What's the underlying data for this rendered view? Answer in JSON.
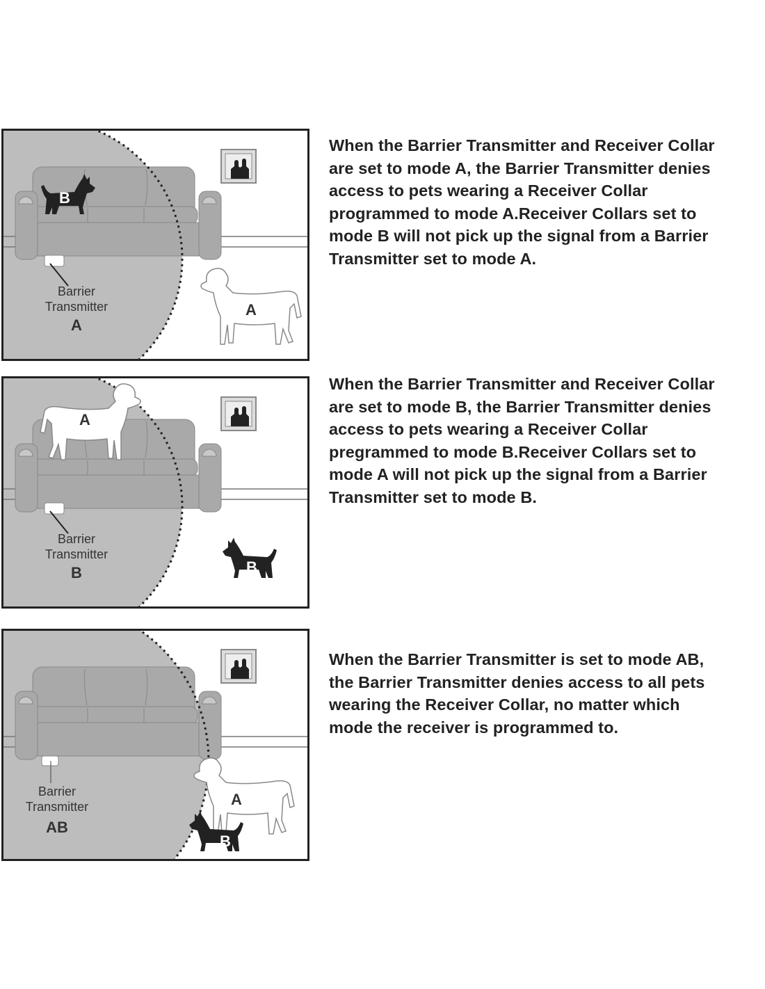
{
  "colors": {
    "shade": "#bdbdbd",
    "sofa": "#a9a9a9",
    "frame": "#222222"
  },
  "panels": [
    {
      "transmitter_label": [
        "Barrier",
        "Transmitter"
      ],
      "mode": "A",
      "terrier_letter": "B",
      "bigdog_letter": "A",
      "description": "When the Barrier Transmitter and Receiver Collar\nare set to mode A, the Barrier Transmitter denies\naccess to pets wearing a Receiver Collar\nprogrammed to mode A.Receiver Collars set to\nmode B will not pick up the signal from a Barrier\nTransmitter set to mode A."
    },
    {
      "transmitter_label": [
        "Barrier",
        "Transmitter"
      ],
      "mode": "B",
      "terrier_letter": "B",
      "bigdog_letter": "A",
      "description": "When the Barrier Transmitter and Receiver Collar\nare set to mode B, the Barrier Transmitter denies\naccess to pets wearing a Receiver Collar\npregrammed to mode B.Receiver Collars set to\nmode A will not pick up the signal from a Barrier\nTransmitter set to mode B."
    },
    {
      "transmitter_label": [
        "Barrier",
        "Transmitter"
      ],
      "mode": "AB",
      "terrier_letter": "B",
      "bigdog_letter": "A",
      "description": "When the Barrier Transmitter is set to mode AB,\nthe Barrier Transmitter denies access to all pets\nwearing the Receiver Collar, no matter which\nmode the receiver is programmed to."
    }
  ]
}
